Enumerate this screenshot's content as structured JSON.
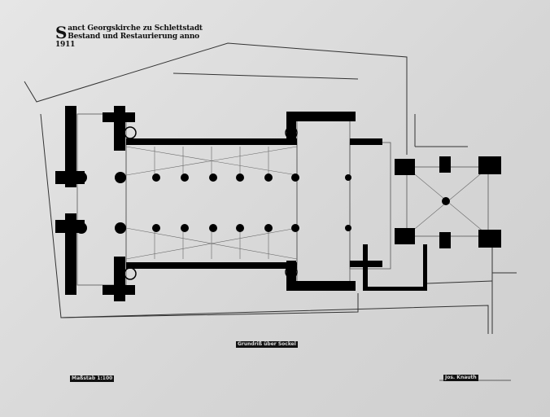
{
  "title": {
    "initial": "S",
    "line1": "anct Georgskirche zu Schlettstadt",
    "line2": "Bestand und Restaurierung anno 1911"
  },
  "plan_caption": "Grundriß über Sockel",
  "scale_label": "Maßstab 1:100",
  "signature": "Jos. Knauth"
}
